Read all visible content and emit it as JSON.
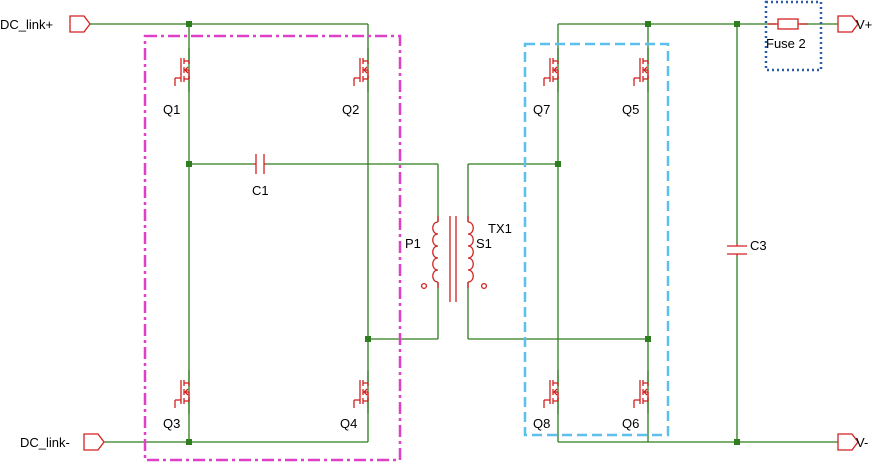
{
  "ports": {
    "dc_link_plus": "DC_link+",
    "dc_link_minus": "DC_link-",
    "v_plus": "V+",
    "v_minus": "V-"
  },
  "transistors": {
    "q1": "Q1",
    "q2": "Q2",
    "q3": "Q3",
    "q4": "Q4",
    "q5": "Q5",
    "q6": "Q6",
    "q7": "Q7",
    "q8": "Q8"
  },
  "capacitors": {
    "c1": "C1",
    "c3": "C3"
  },
  "transformer": {
    "name": "TX1",
    "primary": "P1",
    "secondary": "S1"
  },
  "fuse": {
    "label": "Fuse 2"
  },
  "colors": {
    "wire": "#2e7d1f",
    "component": "#d42020",
    "primary_bridge_box": "#e040c8",
    "secondary_bridge_box": "#5bc0eb",
    "fuse_box": "#2a5caa"
  }
}
